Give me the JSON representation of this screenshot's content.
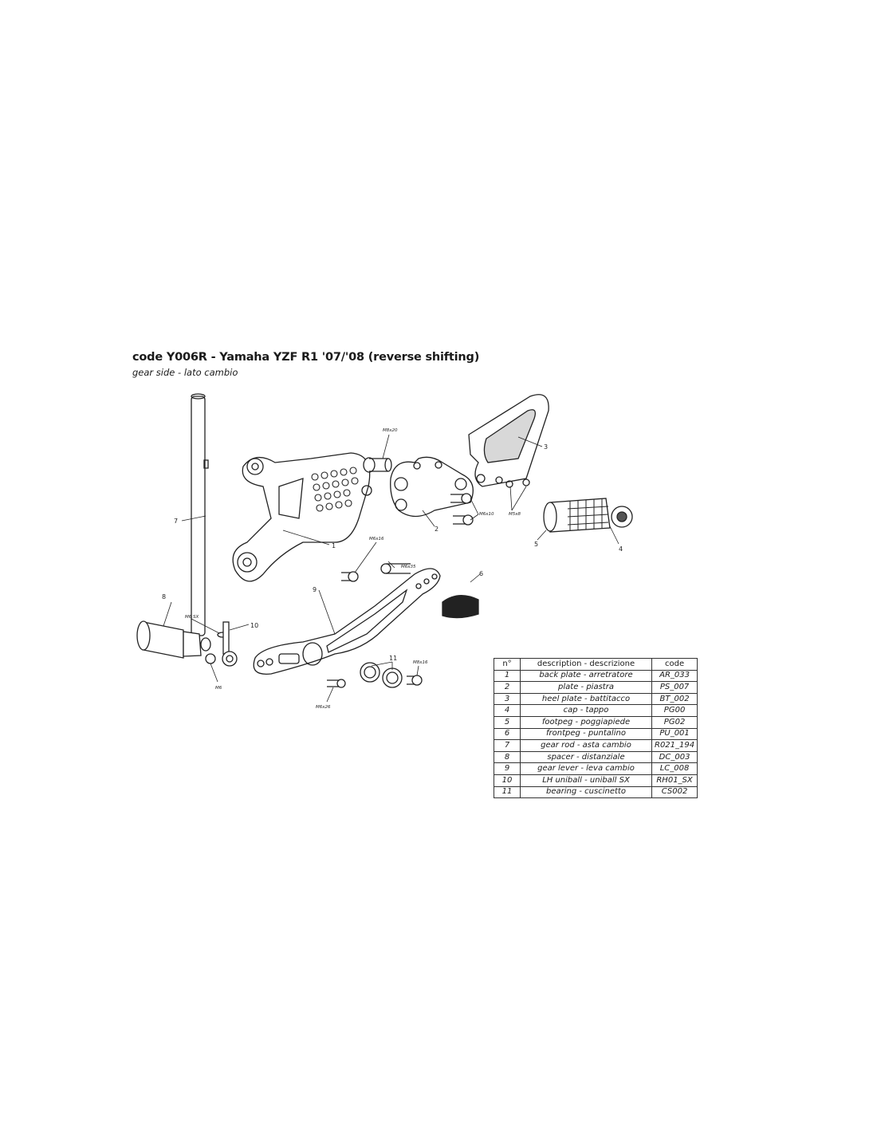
{
  "title": "code Y006R - Yamaha YZF R1 '07/'08 (reverse shifting)",
  "subtitle": "gear side - lato cambio",
  "callouts": [
    "1",
    "2",
    "3",
    "4",
    "5",
    "6",
    "7",
    "8",
    "9",
    "10",
    "11"
  ],
  "fasteners": [
    "M8x20",
    "M6x16",
    "M6x10",
    "M5x8",
    "M6x35",
    "M6 SX",
    "M6",
    "M6x26",
    "M8x16"
  ],
  "table": {
    "headers": [
      "n°",
      "description - descrizione",
      "code"
    ],
    "rows": [
      [
        "1",
        "back plate - arretratore",
        "AR_033"
      ],
      [
        "2",
        "plate - piastra",
        "PS_007"
      ],
      [
        "3",
        "heel plate - battitacco",
        "BT_002"
      ],
      [
        "4",
        "cap - tappo",
        "PG00"
      ],
      [
        "5",
        "footpeg - poggiapiede",
        "PG02"
      ],
      [
        "6",
        "frontpeg - puntalino",
        "PU_001"
      ],
      [
        "7",
        "gear rod - asta cambio",
        "R021_194"
      ],
      [
        "8",
        "spacer - distanziale",
        "DC_003"
      ],
      [
        "9",
        "gear lever - leva cambio",
        "LC_008"
      ],
      [
        "10",
        "LH uniball - uniball SX",
        "RH01_SX"
      ],
      [
        "11",
        "bearing - cuscinetto",
        "CS002"
      ]
    ]
  }
}
